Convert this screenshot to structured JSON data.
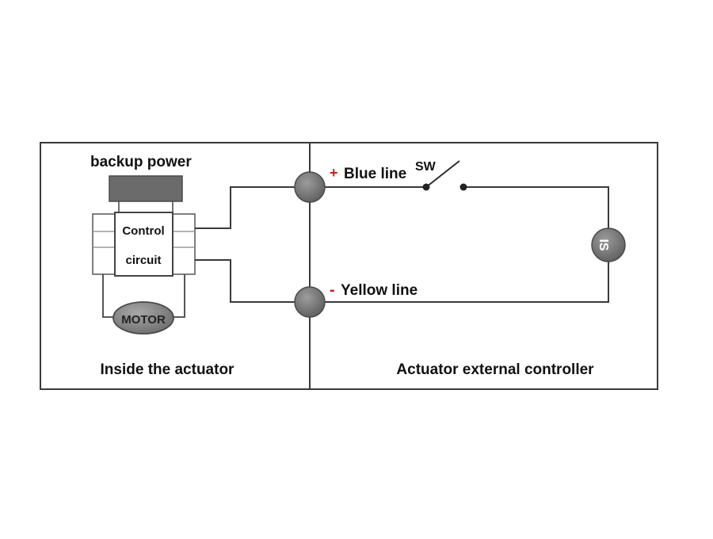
{
  "labels": {
    "backup_power": "backup power",
    "control_line1": "Control",
    "control_line2": "circuit",
    "motor": "MOTOR",
    "plus_sign": "+",
    "blue_line": "Blue line",
    "switch": "SW",
    "minus_sign": "-",
    "yellow_line": "Yellow line",
    "current_source": "IS",
    "inside_actuator": "Inside the actuator",
    "external_controller": "Actuator external controller"
  },
  "colors": {
    "wire": "#3a3a3a",
    "terminal_fill": "#7a7a7a",
    "polarity_sign": "#d41a1a",
    "backup_block": "#6b6b6b"
  }
}
